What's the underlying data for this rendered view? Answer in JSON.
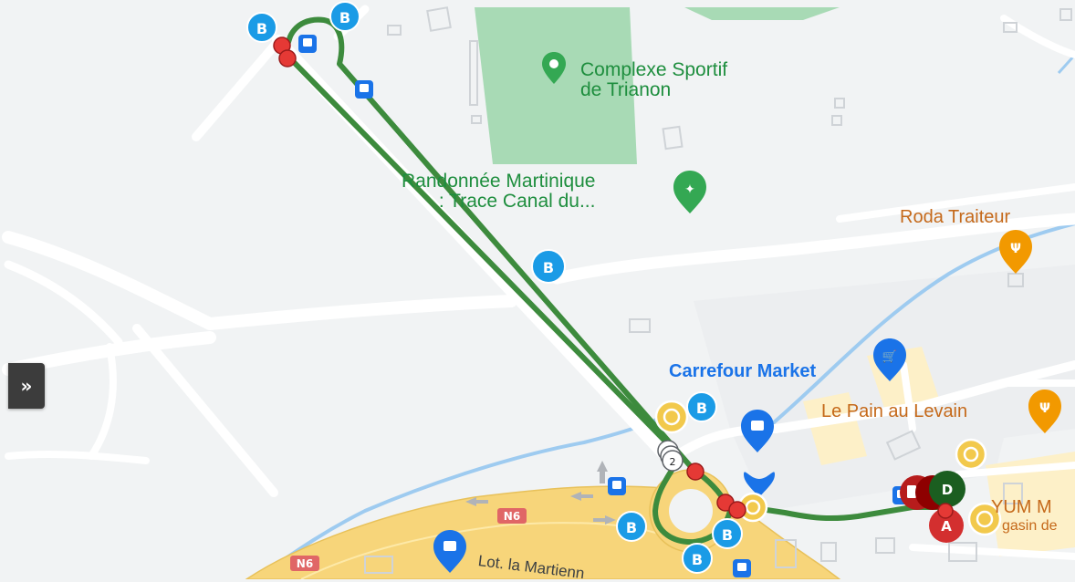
{
  "sidebar": {
    "expand_icon_glyph": "»",
    "expand_icon_name": "double-chevron-right-icon"
  },
  "places": {
    "sports_complex": {
      "line1": "Complexe Sportif",
      "line2": "de Trianon",
      "icon": "place-pin-icon"
    },
    "hiking_trail": {
      "line1": "Randonnée Martinique",
      "line2": ": Trace Canal du...",
      "icon": "hiking-icon"
    },
    "roda": {
      "name": "Roda Traiteur",
      "icon": "restaurant-icon"
    },
    "carrefour": {
      "name": "Carrefour Market",
      "icon": "shopping-cart-icon"
    },
    "pain": {
      "name": "Le Pain au Levain",
      "icon": "restaurant-icon"
    },
    "yum": {
      "name": "YUM M",
      "sub": "gasin de"
    },
    "lot": {
      "name": "Lot. la Martienn"
    }
  },
  "roads": {
    "n6_a": "N6",
    "n6_b": "N6"
  },
  "markers": {
    "start": "A",
    "destination": "D",
    "cluster_count": "2"
  },
  "colors": {
    "route": "#3d8b3d",
    "primary_road": "#f7d57a",
    "water": "#9ecbf0",
    "park": "#a8dab5",
    "bus_stop": "#1a73e8",
    "stop_point": "#e53935",
    "timer": "#f2c94c"
  }
}
